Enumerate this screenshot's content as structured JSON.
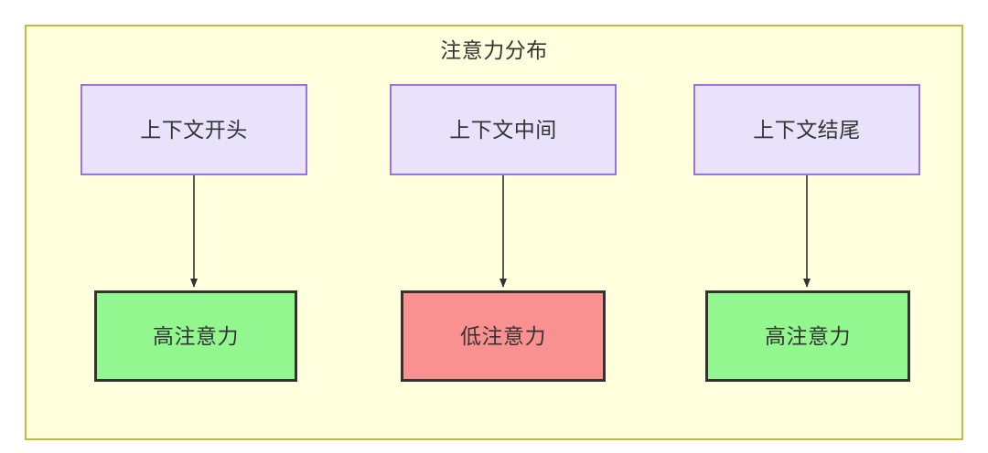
{
  "diagram": {
    "title": "注意力分布",
    "frame": {
      "fill_color": "#ffffdd",
      "border_color": "#bfbf3f"
    },
    "context_nodes": [
      {
        "id": "ctx-start",
        "label": "上下文开头",
        "fill_color": "#e8e3fb",
        "border_color": "#9a73e0"
      },
      {
        "id": "ctx-middle",
        "label": "上下文中间",
        "fill_color": "#e8e3fb",
        "border_color": "#9a73e0"
      },
      {
        "id": "ctx-end",
        "label": "上下文结尾",
        "fill_color": "#e8e3fb",
        "border_color": "#9a73e0"
      }
    ],
    "attention_nodes": [
      {
        "id": "attn-start",
        "label": "高注意力",
        "fill_color": "#93f78f",
        "border_color": "#333333"
      },
      {
        "id": "attn-middle",
        "label": "低注意力",
        "fill_color": "#fa9191",
        "border_color": "#333333"
      },
      {
        "id": "attn-end",
        "label": "高注意力",
        "fill_color": "#93f78f",
        "border_color": "#333333"
      }
    ],
    "edges": [
      {
        "from": "上下文开头",
        "to": "高注意力",
        "label": ""
      },
      {
        "from": "上下文中间",
        "to": "低注意力",
        "label": ""
      },
      {
        "from": "上下文结尾",
        "to": "高注意力",
        "label": ""
      }
    ],
    "edge_color": "#333333"
  }
}
